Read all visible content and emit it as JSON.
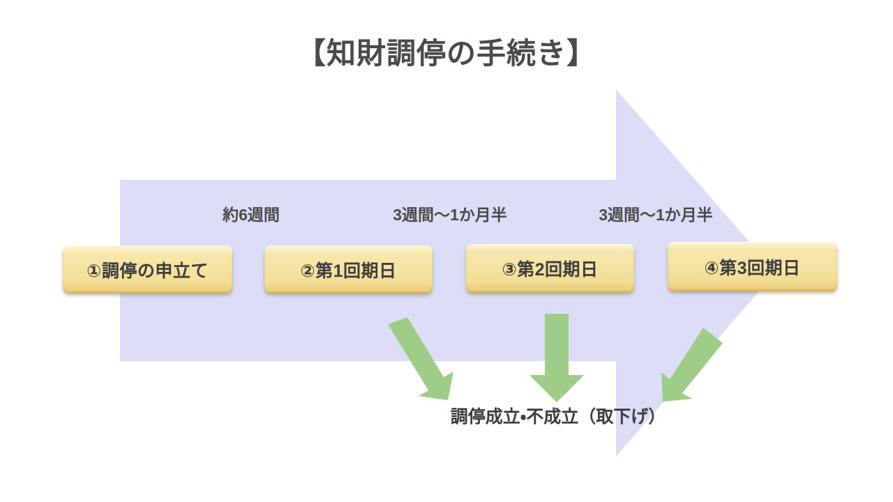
{
  "slide": {
    "title": "【知財調停の手続き】",
    "background_color": "#ffffff",
    "title_color": "#4a4a4a"
  },
  "timeline": {
    "band_color": "#dcdef7",
    "direction": "left-to-right",
    "steps": [
      {
        "id": "step-1",
        "label": "①調停の申立て"
      },
      {
        "id": "step-2",
        "label": "②第1回期日"
      },
      {
        "id": "step-3",
        "label": "③第2回期日"
      },
      {
        "id": "step-4",
        "label": "④第3回期日"
      }
    ],
    "intervals": [
      {
        "id": "interval-1",
        "label": "約6週間",
        "between": "①→②"
      },
      {
        "id": "interval-2",
        "label": "3週間〜1か月半",
        "between": "②→③"
      },
      {
        "id": "interval-3",
        "label": "3週間〜1か月半",
        "between": "③→④"
      }
    ],
    "step_box_color": "#f5e3a2",
    "step_text_color": "#3d3d3d"
  },
  "outcome": {
    "label": "調停成立・不成立（取下げ）",
    "arrow_color": "#9fcc87",
    "arrows": [
      {
        "id": "outcome-arrow-1",
        "from": "step-2",
        "direction": "down-right"
      },
      {
        "id": "outcome-arrow-2",
        "from": "step-3",
        "direction": "down"
      },
      {
        "id": "outcome-arrow-3",
        "from": "step-4",
        "direction": "down-left"
      }
    ]
  }
}
